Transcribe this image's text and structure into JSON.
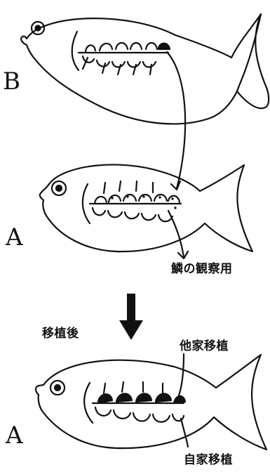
{
  "labels": {
    "fish_b": "B",
    "fish_a_top": "A",
    "fish_a_bottom": "A",
    "scale_observation": "鱗の観察用",
    "after_transplant": "移植後",
    "allograft": "他家移植",
    "autograft": "自家移植"
  },
  "colors": {
    "ink": "#111111",
    "background": "#ffffff"
  }
}
